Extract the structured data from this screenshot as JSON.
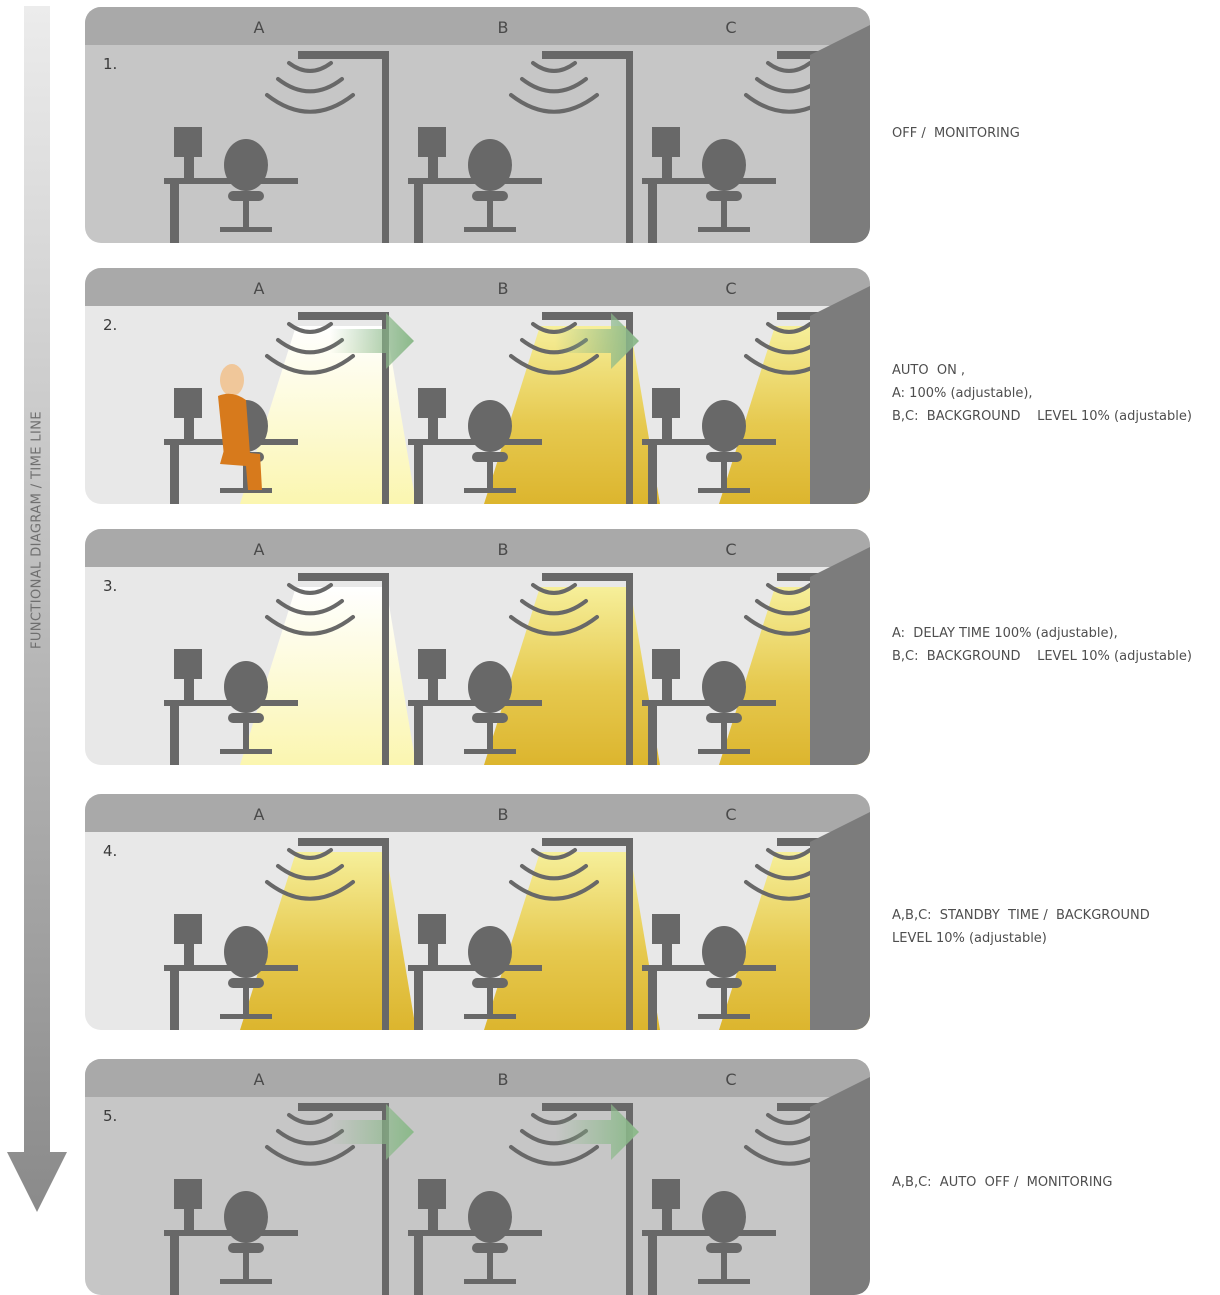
{
  "timeline": {
    "label": "FUNCTIONAL  DIAGRAM / TIME LINE",
    "colors": {
      "top": "#ececec",
      "bottom": "#8a8a8a"
    }
  },
  "colors": {
    "panel_dark": "#a9a9a9",
    "room_off": "#c6c6c6",
    "room_lit": "#e8e8e8",
    "side_wall": "#7c7c7c",
    "furniture": "#686868",
    "light_full": "#fbf6b0",
    "light_background": "#dcb52e",
    "person": "#d77a1c",
    "arrow": "#8bb98a"
  },
  "columns": [
    "A",
    "B",
    "C"
  ],
  "scenes": [
    {
      "number": "1.",
      "description": "OFF /  MONITORING",
      "room": "off",
      "lights": [
        "none",
        "none",
        "none"
      ],
      "person_in": null,
      "arrows": false
    },
    {
      "number": "2.",
      "description": "AUTO  ON ,\nA: 100% (adjustable),\nB,C:  BACKGROUND    LEVEL 10% (adjustable)",
      "room": "lit",
      "lights": [
        "full",
        "background",
        "background"
      ],
      "person_in": "A",
      "arrows": true
    },
    {
      "number": "3.",
      "description": "A:  DELAY TIME 100% (adjustable),\nB,C:  BACKGROUND    LEVEL 10% (adjustable)",
      "room": "lit",
      "lights": [
        "full",
        "background",
        "background"
      ],
      "person_in": null,
      "arrows": false
    },
    {
      "number": "4.",
      "description": "A,B,C:  STANDBY  TIME /  BACKGROUND\nLEVEL 10% (adjustable)",
      "room": "lit",
      "lights": [
        "background",
        "background",
        "background"
      ],
      "person_in": null,
      "arrows": false
    },
    {
      "number": "5.",
      "description": "A,B,C:  AUTO  OFF /  MONITORING",
      "room": "off",
      "lights": [
        "none",
        "none",
        "none"
      ],
      "person_in": null,
      "arrows": true
    }
  ]
}
